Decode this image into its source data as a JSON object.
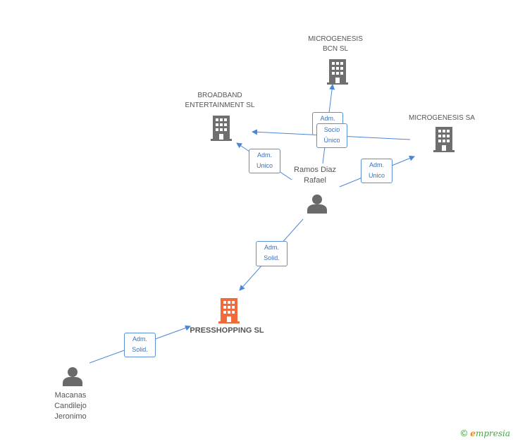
{
  "colors": {
    "edge": "#4a86d8",
    "company_icon": "#6f6f6f",
    "focus_company_icon": "#f26a3b",
    "person_icon": "#6a6a6a",
    "badge_border": "#5b8fd6",
    "badge_text": "#3a6fb8"
  },
  "nodes": {
    "microgenesis_bcn": {
      "label": "MICROGENESIS\nBCN SL",
      "icon": "building-icon"
    },
    "broadband": {
      "label": "BROADBAND\nENTERTAINMENT SL",
      "icon": "building-icon"
    },
    "microgenesis_sa": {
      "label": "MICROGENESIS SA",
      "icon": "building-icon"
    },
    "ramos": {
      "label": "Ramos Diaz\nRafael",
      "icon": "person-icon"
    },
    "presshopping": {
      "label": "PRESSHOPPING SL",
      "icon": "building-icon"
    },
    "macanas": {
      "label": "Macanas\nCandilejo\nJeronimo",
      "icon": "person-icon"
    }
  },
  "edges": {
    "ramos_to_bcn": "Adm.\nUnico",
    "ramos_to_bcn_socio": "Socio\nÚnico",
    "ramos_to_broadband": "Adm.\nUnico",
    "ramos_to_microgenesis_sa": "Adm.\nUnico",
    "ramos_to_presshopping": "Adm.\nSolid.",
    "macanas_to_presshopping": "Adm.\nSolid."
  },
  "footer": {
    "copyright_symbol": "©",
    "brand_initial": "e",
    "brand_rest": "mpresia"
  }
}
